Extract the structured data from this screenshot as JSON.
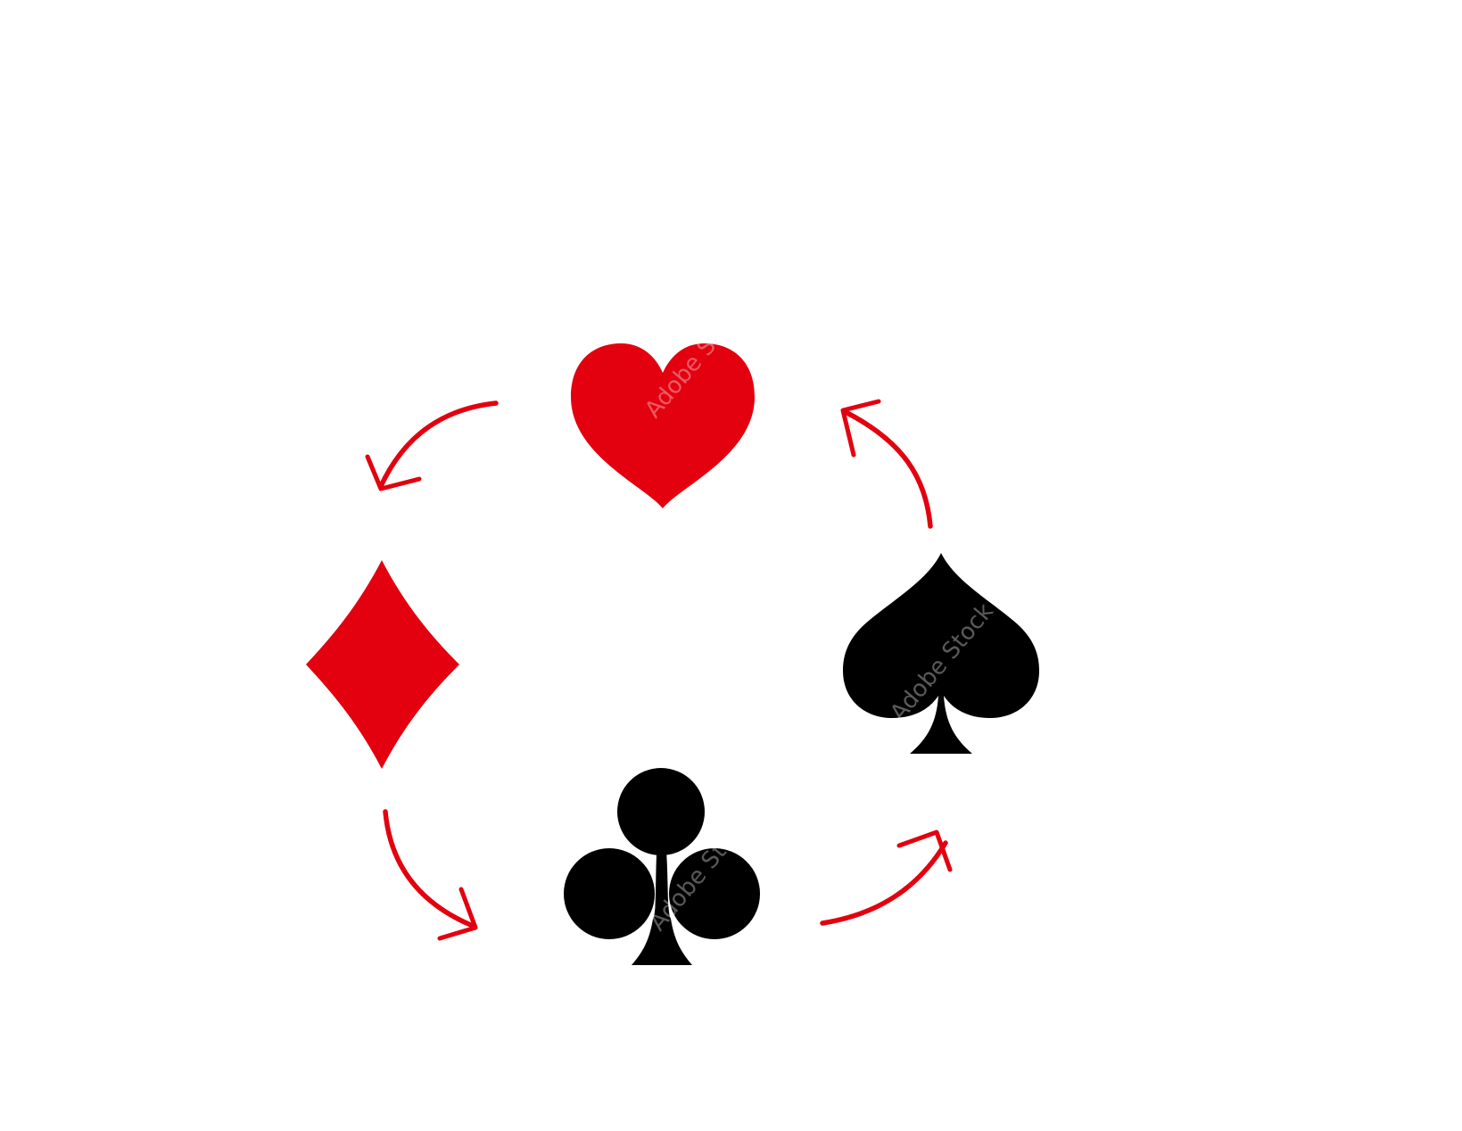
{
  "diagram": {
    "type": "cycle",
    "background_color": "#ffffff",
    "nodes": [
      {
        "id": "heart",
        "icon": "heart-icon",
        "color": "#e3000f"
      },
      {
        "id": "spade",
        "icon": "spade-icon",
        "color": "#000000"
      },
      {
        "id": "club",
        "icon": "club-icon",
        "color": "#000000"
      },
      {
        "id": "diamond",
        "icon": "diamond-icon",
        "color": "#e3000f"
      }
    ],
    "edges": [
      {
        "from": "heart",
        "to": "diamond",
        "color": "#e3000f"
      },
      {
        "from": "diamond",
        "to": "club",
        "color": "#e3000f"
      },
      {
        "from": "club",
        "to": "spade",
        "color": "#e3000f"
      },
      {
        "from": "spade",
        "to": "heart",
        "color": "#e3000f"
      }
    ],
    "watermark": "Adobe Stock"
  }
}
